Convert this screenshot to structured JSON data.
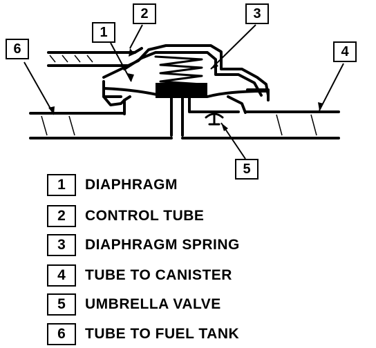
{
  "callouts": {
    "c1": "1",
    "c2": "2",
    "c3": "3",
    "c4": "4",
    "c5": "5",
    "c6": "6"
  },
  "legend": [
    {
      "num": "1",
      "label": "DIAPHRAGM"
    },
    {
      "num": "2",
      "label": "CONTROL TUBE"
    },
    {
      "num": "3",
      "label": "DIAPHRAGM SPRING"
    },
    {
      "num": "4",
      "label": "TUBE TO CANISTER"
    },
    {
      "num": "5",
      "label": "UMBRELLA VALVE"
    },
    {
      "num": "6",
      "label": "TUBE TO FUEL TANK"
    }
  ]
}
